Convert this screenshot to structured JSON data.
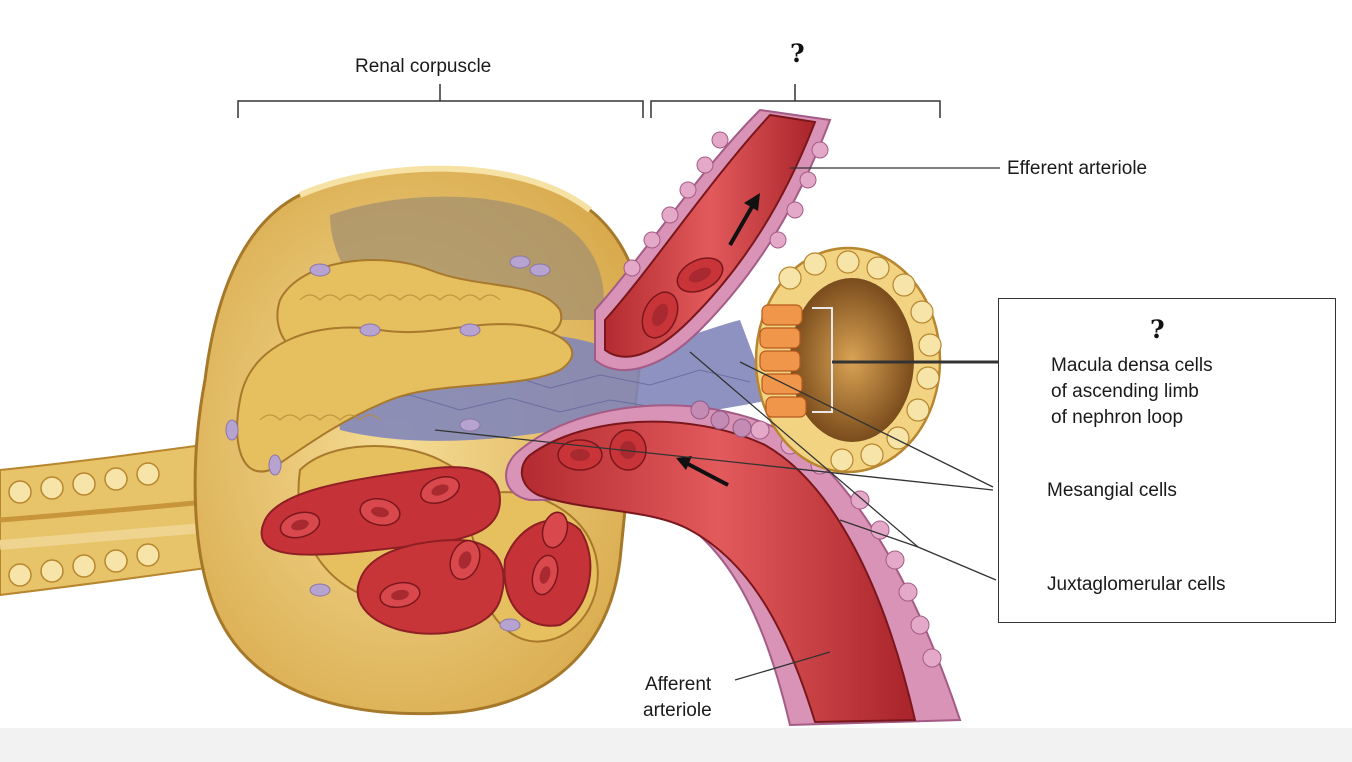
{
  "labels": {
    "renal_corpuscle": "Renal corpuscle",
    "top_unknown": "?",
    "efferent_arteriole": "Efferent arteriole",
    "box_unknown": "?",
    "macula_densa": [
      "Macula densa cells",
      "of ascending limb",
      "of nephron loop"
    ],
    "mesangial": "Mesangial cells",
    "juxtaglomerular": "Juxtaglomerular cells",
    "afferent_arteriole": [
      "Afferent",
      "arteriole"
    ]
  },
  "colors": {
    "capsule": "#e9c56a",
    "capsule_dark": "#b8862f",
    "capsule_inner": "#a98a5a",
    "vessel": "#c8353a",
    "vessel_light": "#e3686a",
    "vessel_dark": "#8e1f24",
    "cell_pink": "#d992b4",
    "mesangial": "#7f82b8",
    "macula": "#f0964a",
    "line": "#333333"
  }
}
